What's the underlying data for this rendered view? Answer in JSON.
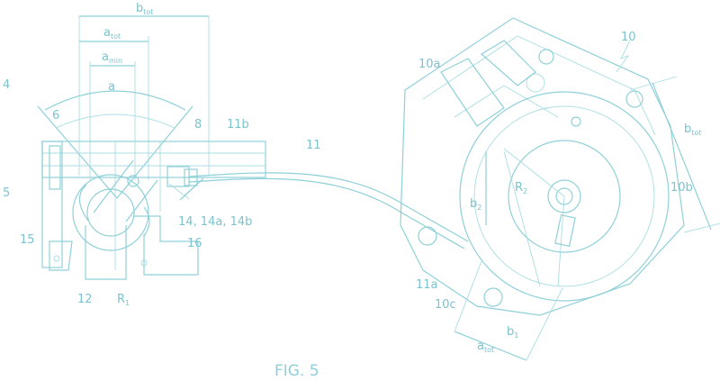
{
  "figure": {
    "caption": "FIG. 5"
  },
  "labels": {
    "b_tot_left": "b",
    "b_tot_left_sub": "tot",
    "a_tot": "a",
    "a_tot_sub": "tot",
    "a_min": "a",
    "a_min_sub": "min",
    "a": "a",
    "n4": "4",
    "n6": "6",
    "n8": "8",
    "n11b": "11b",
    "n11": "11",
    "n5": "5",
    "n15": "15",
    "n16": "16",
    "n12": "12",
    "r1": "R",
    "r1_sub": "1",
    "n14": "14, 14a, 14b",
    "n10": "10",
    "n10a": "10a",
    "b_tot_right": "b",
    "b_tot_right_sub": "tot",
    "n10b": "10b",
    "r2": "R",
    "r2_sub": "2",
    "b2": "b",
    "b2_sub": "2",
    "n11a": "11a",
    "n10c": "10c",
    "b1": "b",
    "b1_sub": "1",
    "a_tot_right": "a",
    "a_tot_right_sub": "tot"
  }
}
